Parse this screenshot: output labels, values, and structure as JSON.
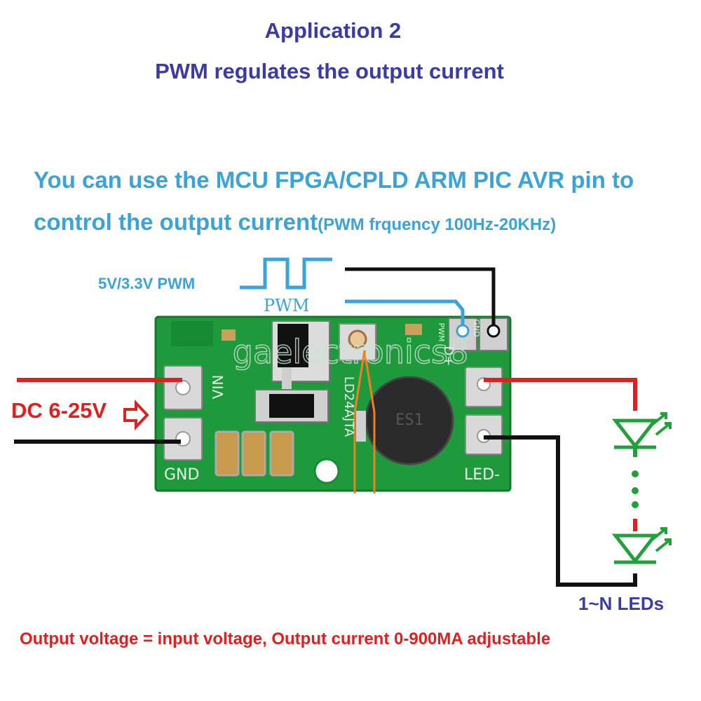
{
  "title": {
    "line1": "Application 2",
    "line2": "PWM regulates the output current"
  },
  "description": {
    "line1": "You can use the MCU FPGA/CPLD ARM PIC AVR  pin to",
    "line2_main": "control the output current",
    "line2_note": "(PWM frquency 100Hz-20KHz)"
  },
  "pwm_input_label": "5V/3.3V PWM",
  "pwm_wave_label": "PWM",
  "dc_input_label": "DC 6-25V",
  "board": {
    "vin_label": "VIN",
    "gnd_label": "GND",
    "led_minus_label": "LED-",
    "chip_label": "LD24AJTA",
    "pwm_pin_label": "PWM",
    "plus_pin_label": "D+",
    "gnd_pin_label": "GND",
    "watermark": "gaelectronics8"
  },
  "leds_label": "1~N LEDs",
  "footer": "Output voltage = input voltage, Output current 0-900MA adjustable",
  "colors": {
    "title": "#3b3ba6",
    "description": "#3aa3d8",
    "wire_red": "#e02020",
    "wire_black": "#111111",
    "pcb": "#1e9a3c",
    "led": "#22a03a",
    "pot_indicator": "#f08020"
  }
}
